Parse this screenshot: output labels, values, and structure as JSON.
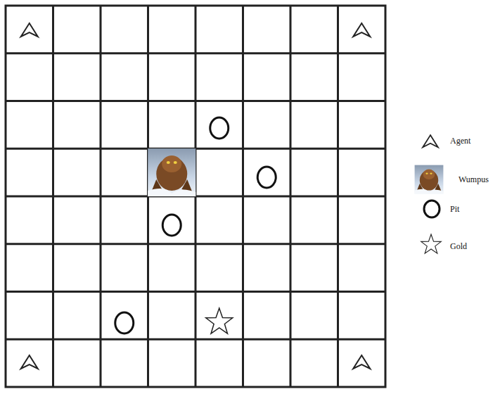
{
  "diagram": {
    "legend": [
      {
        "text": "Agent"
      },
      {
        "text": "Wumpus"
      },
      {
        "text": "Pit"
      },
      {
        "text": "Gold"
      }
    ]
  }
}
